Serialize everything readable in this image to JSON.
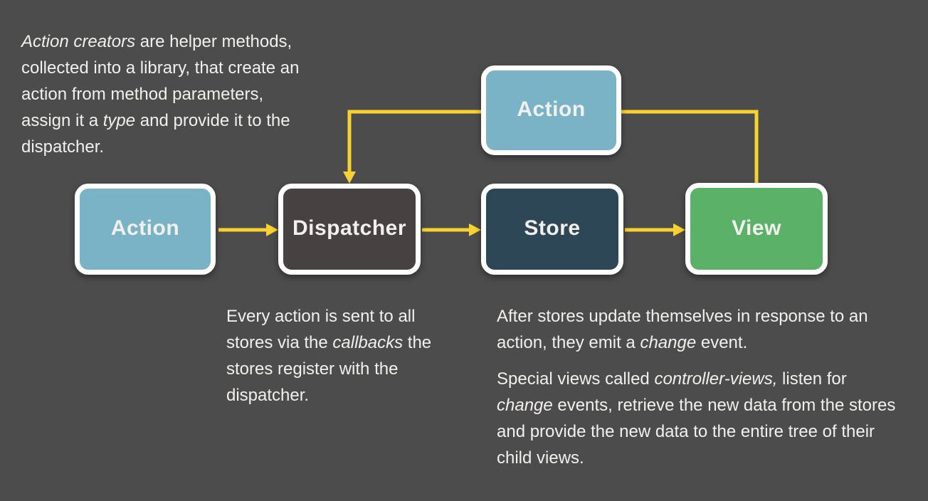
{
  "colors": {
    "background": "#4d4c4c",
    "node_action": "#7ab3c6",
    "node_dispatcher": "#474141",
    "node_store": "#2d4757",
    "node_view": "#5cb169",
    "node_border": "#ffffff",
    "arrow": "#f8d22e",
    "text": "#f2f0ed"
  },
  "nodes": {
    "action_top": {
      "label": "Action"
    },
    "action": {
      "label": "Action"
    },
    "dispatcher": {
      "label": "Dispatcher"
    },
    "store": {
      "label": "Store"
    },
    "view": {
      "label": "View"
    }
  },
  "edges": [
    {
      "from": "Action",
      "to": "Dispatcher",
      "arrowhead": true
    },
    {
      "from": "Dispatcher",
      "to": "Store",
      "arrowhead": true
    },
    {
      "from": "Store",
      "to": "View",
      "arrowhead": true
    },
    {
      "from": "Action (top)",
      "to": "Dispatcher",
      "arrowhead": true
    },
    {
      "from": "View",
      "to": "Action (top)",
      "arrowhead": false
    }
  ],
  "notes": {
    "action_creators": {
      "segments": [
        {
          "t": "Action creators",
          "i": true
        },
        {
          "t": " are helper methods, collected into a library, that create an action from method parameters, assign it a ",
          "i": false
        },
        {
          "t": "type",
          "i": true
        },
        {
          "t": " and provide it to the dispatcher.",
          "i": false
        }
      ]
    },
    "callbacks": {
      "segments": [
        {
          "t": "Every action is sent to all stores via the ",
          "i": false
        },
        {
          "t": "callbacks",
          "i": true
        },
        {
          "t": " the stores register with the dispatcher.",
          "i": false
        }
      ]
    },
    "change_event": {
      "segments": [
        {
          "t": "After stores update themselves in response to an action, they emit a ",
          "i": false
        },
        {
          "t": "change",
          "i": true
        },
        {
          "t": " event.",
          "i": false
        }
      ]
    },
    "controller_views": {
      "segments": [
        {
          "t": "Special views called ",
          "i": false
        },
        {
          "t": "controller-views,",
          "i": true
        },
        {
          "t": " listen for ",
          "i": false
        },
        {
          "t": "change",
          "i": true
        },
        {
          "t": " events, retrieve the new data from the stores and provide the new data to the entire tree of their child views.",
          "i": false
        }
      ]
    }
  }
}
